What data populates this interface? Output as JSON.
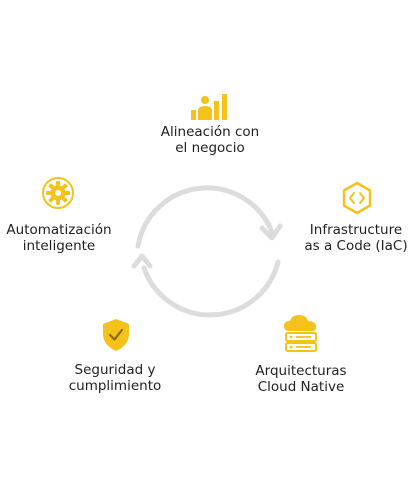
{
  "accent_color": "#f4c21b",
  "ring_color": "#dcdcdc",
  "nodes": {
    "alignment": {
      "icon": "bar-chart-person-icon",
      "line1": "Alineación con",
      "line2": "el negocio"
    },
    "iac": {
      "icon": "code-cube-icon",
      "line1": "Infrastructure",
      "line2": "as a Code (IaC)"
    },
    "cloud": {
      "icon": "cloud-server-icon",
      "line1": "Arquitecturas",
      "line2": "Cloud Native"
    },
    "security": {
      "icon": "shield-check-icon",
      "line1": "Seguridad y",
      "line2": "cumplimiento"
    },
    "automation": {
      "icon": "gear-icon",
      "line1": "Automatización",
      "line2": "inteligente"
    }
  }
}
